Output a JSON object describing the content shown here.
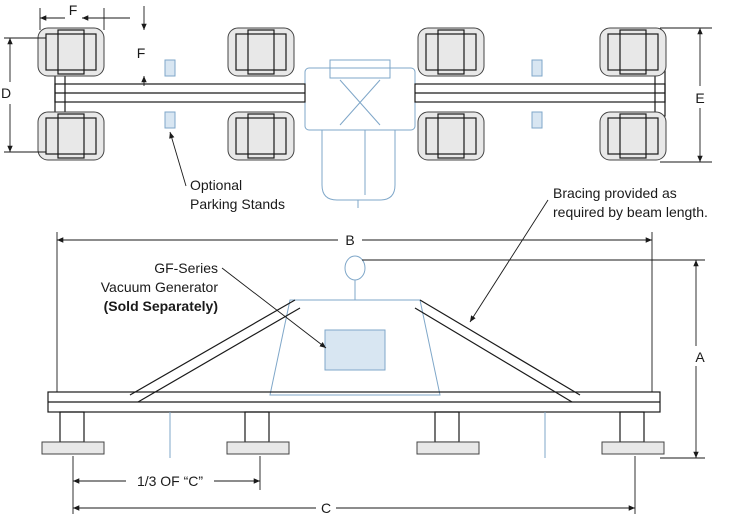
{
  "dimensions": {
    "top_f_horizontal": "F",
    "top_f_vertical": "F",
    "top_d": "D",
    "top_e": "E",
    "bottom_a": "A",
    "bottom_b": "B",
    "bottom_c": "C",
    "bottom_third_c": "1/3 OF “C”"
  },
  "callouts": {
    "parking_stands_line1": "Optional",
    "parking_stands_line2": "Parking Stands",
    "bracing_line1": "Bracing provided as",
    "bracing_line2": "required by beam length.",
    "generator_line1": "GF-Series",
    "generator_line2": "Vacuum Generator",
    "generator_line3": "(Sold Separately)"
  },
  "colors": {
    "line": "#1a1a1a",
    "optional_parts": "#7fa7c9",
    "pad_fill": "#e8e8e8"
  }
}
